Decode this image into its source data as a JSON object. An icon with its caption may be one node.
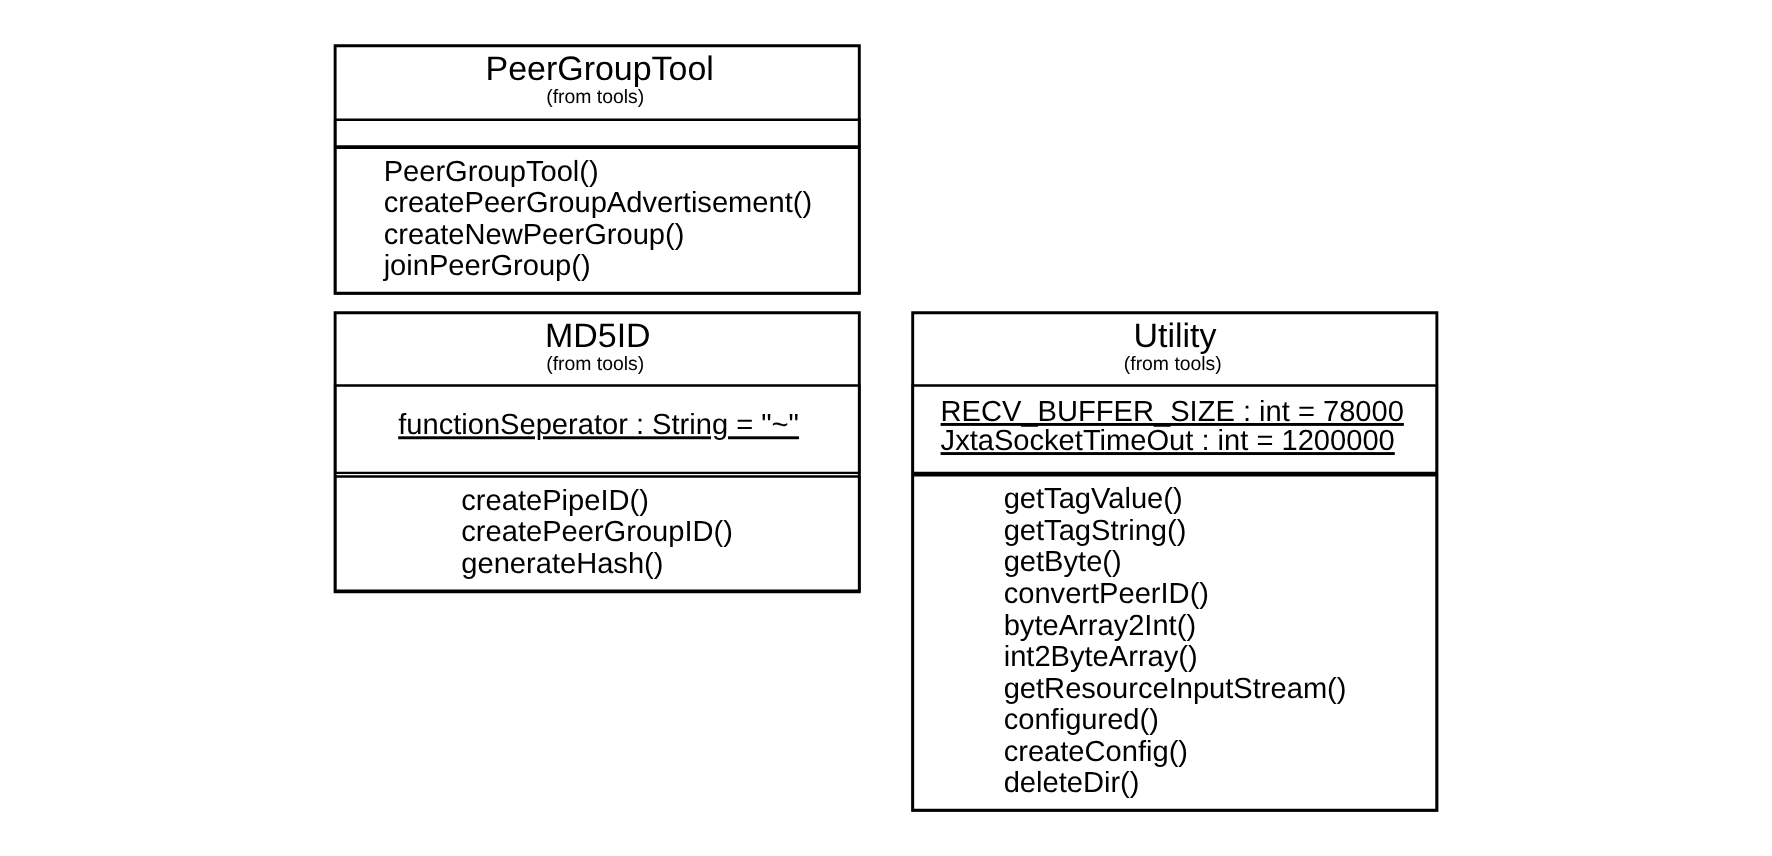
{
  "diagram": {
    "nodes": [
      {
        "text": [
          "MD5ID",
          "(from tools)"
        ]
      },
      {
        "text": [
          "functionSeperator : String = \"~\""
        ],
        "in": 0
      },
      {
        "text": [
          "createPipeID()",
          "createPeerGroupID()",
          "generateHash()"
        ],
        "in": 0
      },
      {
        "text": [
          "PeerGroupTool",
          "(from tools)"
        ]
      },
      {
        "text": [],
        "shape": "box",
        "in": 3
      },
      {
        "text": [
          "PeerGroupTool()",
          "createPeerGroupAdvertisement()",
          "createNewPeerGroup()",
          "joinPeerGroup()"
        ],
        "in": 3
      },
      {
        "text": [
          "Utility",
          "(from tools)"
        ]
      },
      {
        "text": [
          "RECV_BUFFER_SIZE : int = 78000",
          "JxtaSocketTimeOut : int = 1200000"
        ],
        "in": 6
      },
      {
        "text": [
          "getTagValue()",
          "getTagString()",
          "getByte()",
          "convertPeerID()",
          "byteArray2Int()",
          "int2ByteArray()",
          "getResourceInputStream()",
          "configured()",
          "createConfig()",
          "deleteDir()"
        ],
        "in": 6
      }
    ]
  }
}
